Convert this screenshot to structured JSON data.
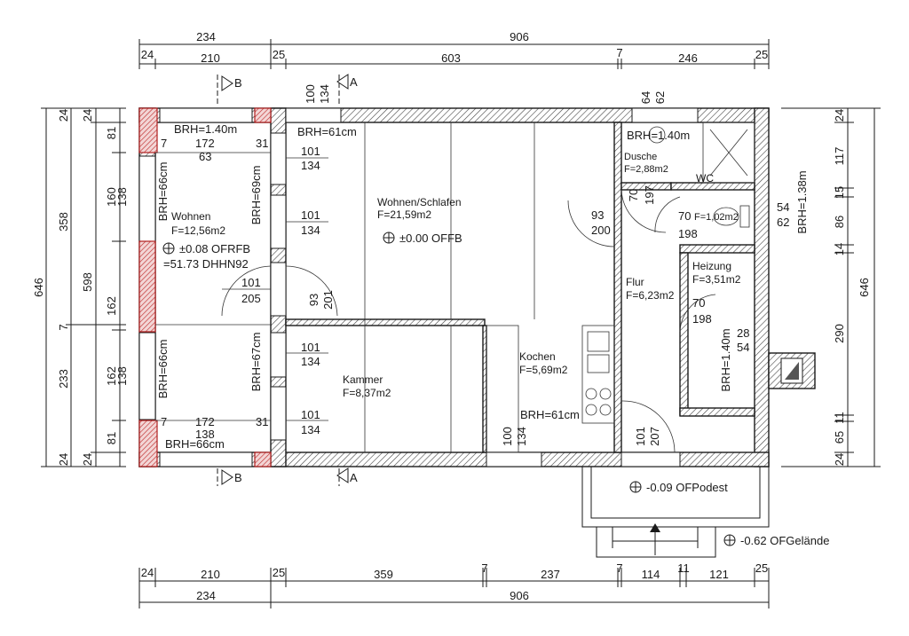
{
  "dimensions": {
    "top_total_left": "234",
    "top_total_right": "906",
    "top_parts": [
      "24",
      "210",
      "25",
      "603",
      "7",
      "246",
      "25"
    ],
    "bottom_parts": [
      "24",
      "210",
      "25",
      "359",
      "7",
      "237",
      "7",
      "114",
      "11",
      "121",
      "25"
    ],
    "bottom_total_left": "234",
    "bottom_total_right": "906",
    "left_outer": "646",
    "left_mid": [
      "358",
      "598"
    ],
    "left_small": [
      "24",
      "24",
      "81",
      "160",
      "138",
      "162",
      "7",
      "162",
      "138",
      "233",
      "81",
      "24",
      "24"
    ],
    "right_outer": "646",
    "right_small": [
      "24",
      "117",
      "15",
      "86",
      "14",
      "290",
      "11",
      "65",
      "24"
    ],
    "right_brh": "BRH=1.38m"
  },
  "section_marks": [
    "B",
    "A",
    "B",
    "A"
  ],
  "rooms": [
    {
      "name": "Wohnen",
      "area": "F=12,56m2"
    },
    {
      "name": "Wohnen/Schlafen",
      "area": "F=21,59m2"
    },
    {
      "name": "Kammer",
      "area": "F=8,37m2"
    },
    {
      "name": "Kochen",
      "area": "F=5,69m2"
    },
    {
      "name": "Dusche",
      "area": "F=2,88m2"
    },
    {
      "name": "WC",
      "area": "F=1,02m2"
    },
    {
      "name": "Flur",
      "area": "F=6,23m2"
    },
    {
      "name": "Heizung",
      "area": "F=3,51m2"
    }
  ],
  "levels": {
    "wohnen": "±0.08 OFRFB",
    "dhhn": "=51.73 DHHN92",
    "main": "±0.00 OFFB",
    "podest": "-0.09 OFPodest",
    "gelaende": "-0.62 OFGelände"
  },
  "brh": {
    "top_left": "BRH=1.40m",
    "top_mid": "BRH=61cm",
    "top_right": "BRH=1.40m",
    "left_upper": "BRH=66cm",
    "inner_upper": "BRH=69cm",
    "left_lower": "BRH=66cm",
    "inner_lower": "BRH=67cm",
    "bottom_left": "BRH=66cm",
    "kitchen": "BRH=61cm",
    "flur_right": "BRH=1.40m"
  },
  "openings": {
    "win_tl": [
      "7",
      "172",
      "31",
      "63"
    ],
    "win_bl": [
      "7",
      "172",
      "31",
      "138"
    ],
    "w101_134": [
      "101",
      "134"
    ],
    "door_101_205": [
      "101",
      "205"
    ],
    "door_93_201": [
      "93",
      "201"
    ],
    "top_100_134": [
      "100",
      "134"
    ],
    "top_64_62": [
      "64",
      "62"
    ],
    "door_93_200": [
      "93",
      "200"
    ],
    "door_70_197": [
      "70",
      "197"
    ],
    "wc_70": "70",
    "wc_198": "198",
    "wc_side": [
      "54",
      "62"
    ],
    "heiz_70_198": [
      "70",
      "198"
    ],
    "heiz_28_54": [
      "28",
      "54"
    ],
    "kitchen_100_134": [
      "100",
      "134"
    ],
    "entry_101_207": [
      "101",
      "207"
    ]
  }
}
